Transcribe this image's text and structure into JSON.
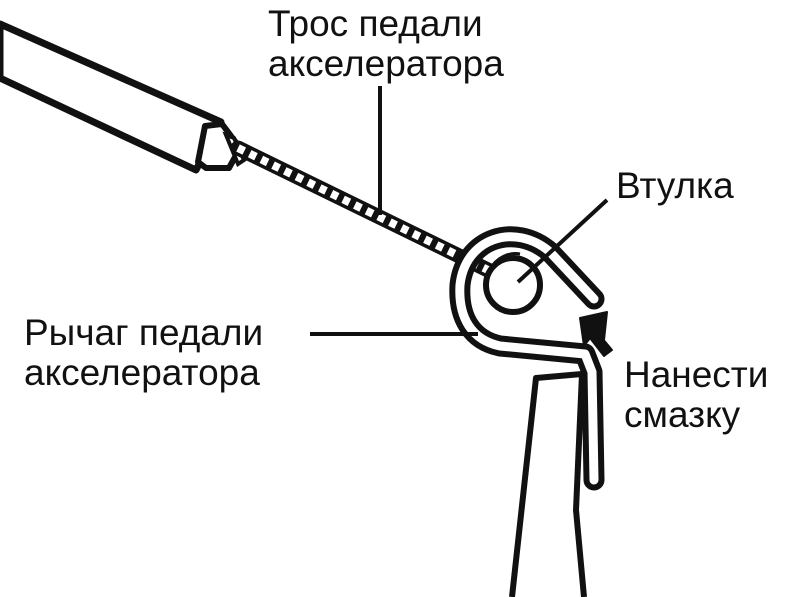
{
  "labels": {
    "cable": {
      "line1": "Трос педали",
      "line2": "акселератора"
    },
    "bushing": "Втулка",
    "lever": {
      "line1": "Рычаг педали",
      "line2": "акселератора"
    },
    "lubricate": {
      "line1": "Нанести",
      "line2": "смазку"
    }
  },
  "colors": {
    "ink": "#111111",
    "background": "#ffffff"
  }
}
